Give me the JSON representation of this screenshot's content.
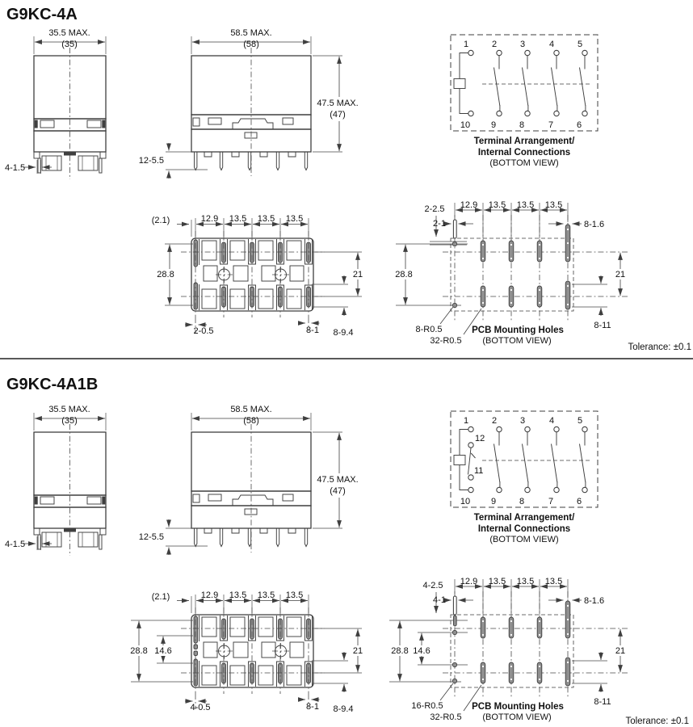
{
  "sections": [
    {
      "title": "G9KC-4A",
      "front_view": {
        "width_max": "35.5 MAX.",
        "width_nom": "(35)",
        "pin_dim": "4-1.5"
      },
      "side_view": {
        "width_max": "58.5 MAX.",
        "width_nom": "(58)",
        "height_max": "47.5 MAX.",
        "height_nom": "(47)",
        "pin_dim": "12-5.5"
      },
      "terminal_diagram": {
        "top_terminals": [
          "1",
          "2",
          "3",
          "4",
          "5"
        ],
        "bottom_terminals": [
          "10",
          "9",
          "8",
          "7",
          "6"
        ],
        "caption1": "Terminal Arrangement/",
        "caption2": "Internal Connections",
        "caption3": "(BOTTOM VIEW)"
      },
      "pcb_pattern": {
        "offset": "(2.1)",
        "pitch1": "12.9",
        "pitch2": "13.5",
        "pitch3": "13.5",
        "pitch4": "13.5",
        "height": "28.8",
        "row_pitch": "21",
        "hole1": "2-0.5",
        "hole2": "8-1",
        "slot_len": "8-9.4"
      },
      "mounting_holes": {
        "hole_dia": "2-2.5",
        "slot_w": "2-1",
        "pitch1": "12.9",
        "pitch2": "13.5",
        "pitch3": "13.5",
        "pitch4": "13.5",
        "slot_w2": "8-1.6",
        "height": "28.8",
        "row_pitch": "21",
        "slot_len": "8-11",
        "radius1": "8-R0.5",
        "radius2": "32-R0.5",
        "caption1": "PCB Mounting Holes",
        "caption2": "(BOTTOM VIEW)"
      },
      "tolerance": "Tolerance: ±0.1"
    },
    {
      "title": "G9KC-4A1B",
      "front_view": {
        "width_max": "35.5 MAX.",
        "width_nom": "(35)",
        "pin_dim": "4-1.5"
      },
      "side_view": {
        "width_max": "58.5 MAX.",
        "width_nom": "(58)",
        "height_max": "47.5 MAX.",
        "height_nom": "(47)",
        "pin_dim": "12-5.5"
      },
      "terminal_diagram": {
        "top_terminals": [
          "1",
          "2",
          "3",
          "4",
          "5"
        ],
        "bottom_terminals": [
          "10",
          "9",
          "8",
          "7",
          "6"
        ],
        "aux_top": "12",
        "aux_bottom": "11",
        "caption1": "Terminal Arrangement/",
        "caption2": "Internal Connections",
        "caption3": "(BOTTOM VIEW)"
      },
      "pcb_pattern": {
        "offset": "(2.1)",
        "pitch1": "12.9",
        "pitch2": "13.5",
        "pitch3": "13.5",
        "pitch4": "13.5",
        "height": "28.8",
        "height2": "14.6",
        "row_pitch": "21",
        "hole1": "4-0.5",
        "hole2": "8-1",
        "slot_len": "8-9.4"
      },
      "mounting_holes": {
        "hole_dia": "4-2.5",
        "slot_w": "4-1",
        "pitch1": "12.9",
        "pitch2": "13.5",
        "pitch3": "13.5",
        "pitch4": "13.5",
        "slot_w2": "8-1.6",
        "height": "28.8",
        "height2": "14.6",
        "row_pitch": "21",
        "slot_len": "8-11",
        "radius1": "16-R0.5",
        "radius2": "32-R0.5",
        "caption1": "PCB Mounting Holes",
        "caption2": "(BOTTOM VIEW)"
      },
      "tolerance": "Tolerance: ±0.1"
    }
  ]
}
